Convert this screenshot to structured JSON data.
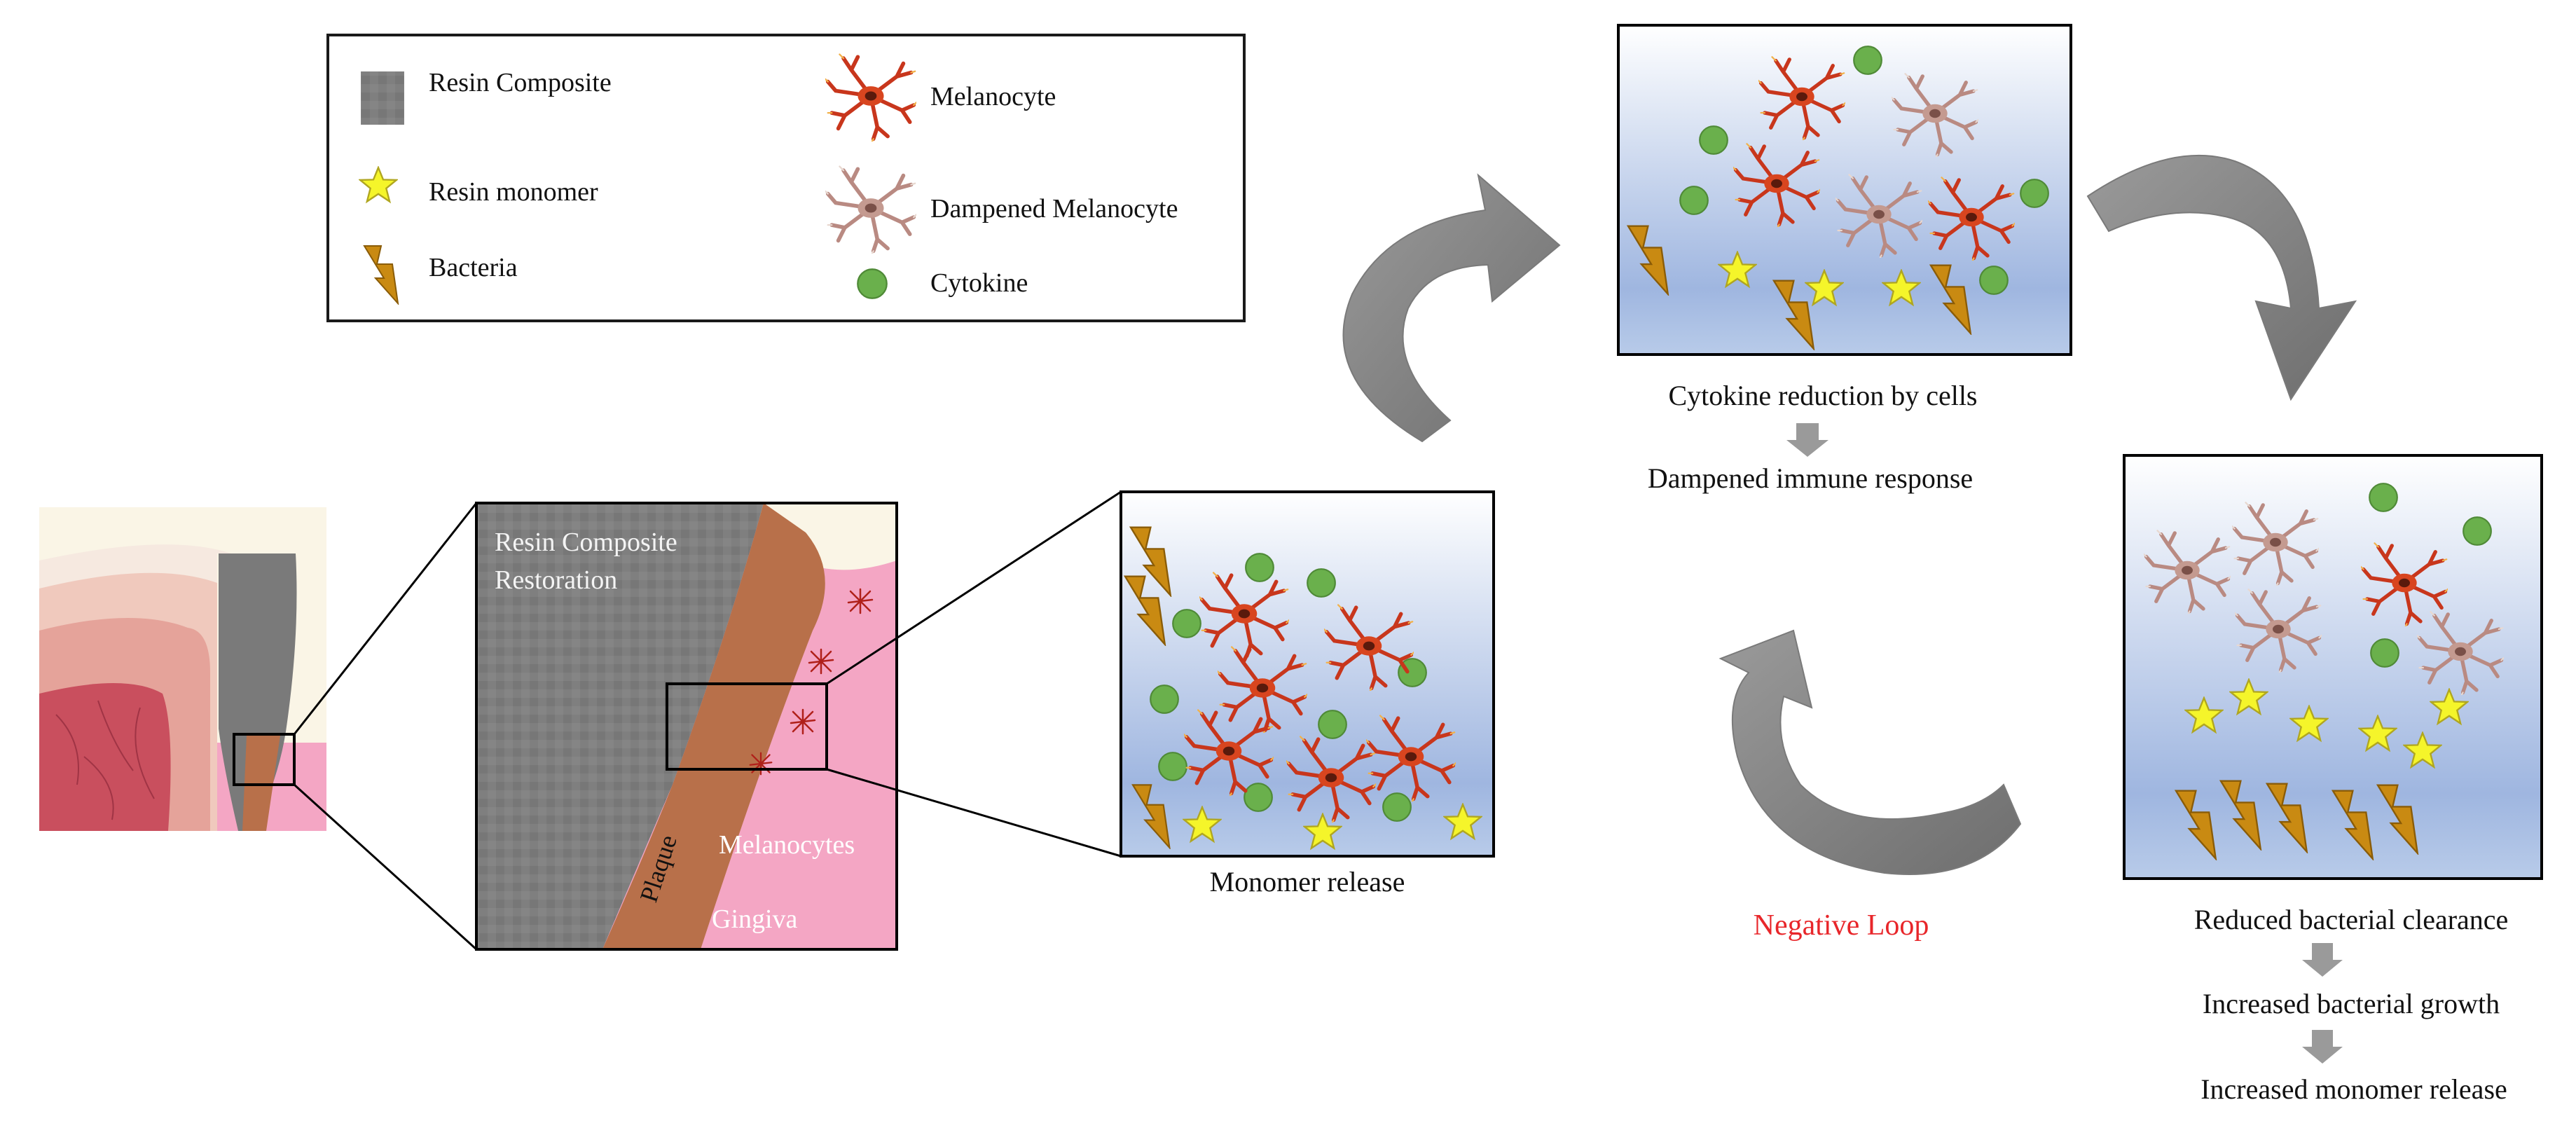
{
  "legend": {
    "resin_composite": "Resin Composite",
    "resin_monomer": "Resin monomer",
    "bacteria": "Bacteria",
    "melanocyte": "Melanocyte",
    "dampened_melanocyte": "Dampened Melanocyte",
    "cytokine": "Cytokine"
  },
  "zoom": {
    "restoration_line1": "Resin Composite",
    "restoration_line2": "Restoration",
    "plaque": "Plaque",
    "melanocytes": "Melanocytes",
    "gingiva": "Gingiva"
  },
  "panels": {
    "monomer_release": "Monomer release",
    "cytokine_reduction": "Cytokine reduction by cells",
    "dampened_immune": "Dampened  immune response",
    "reduced_clearance": "Reduced bacterial clearance",
    "increased_growth": "Increased  bacterial growth",
    "increased_monomer": "Increased  monomer release"
  },
  "loop_label": "Negative Loop",
  "colors": {
    "loop_label": "#e8262a",
    "cytokine": "#6ab04c",
    "monomer": "#f5f52a",
    "bacteria": "#c98a12",
    "melanocyte": "#c8361c",
    "dampened_melanocyte": "#b98a82",
    "resin": "#7a7a7a",
    "plaque": "#b8704a",
    "gingiva": "#f4a6c4",
    "arrow": "#8c8c8c"
  }
}
